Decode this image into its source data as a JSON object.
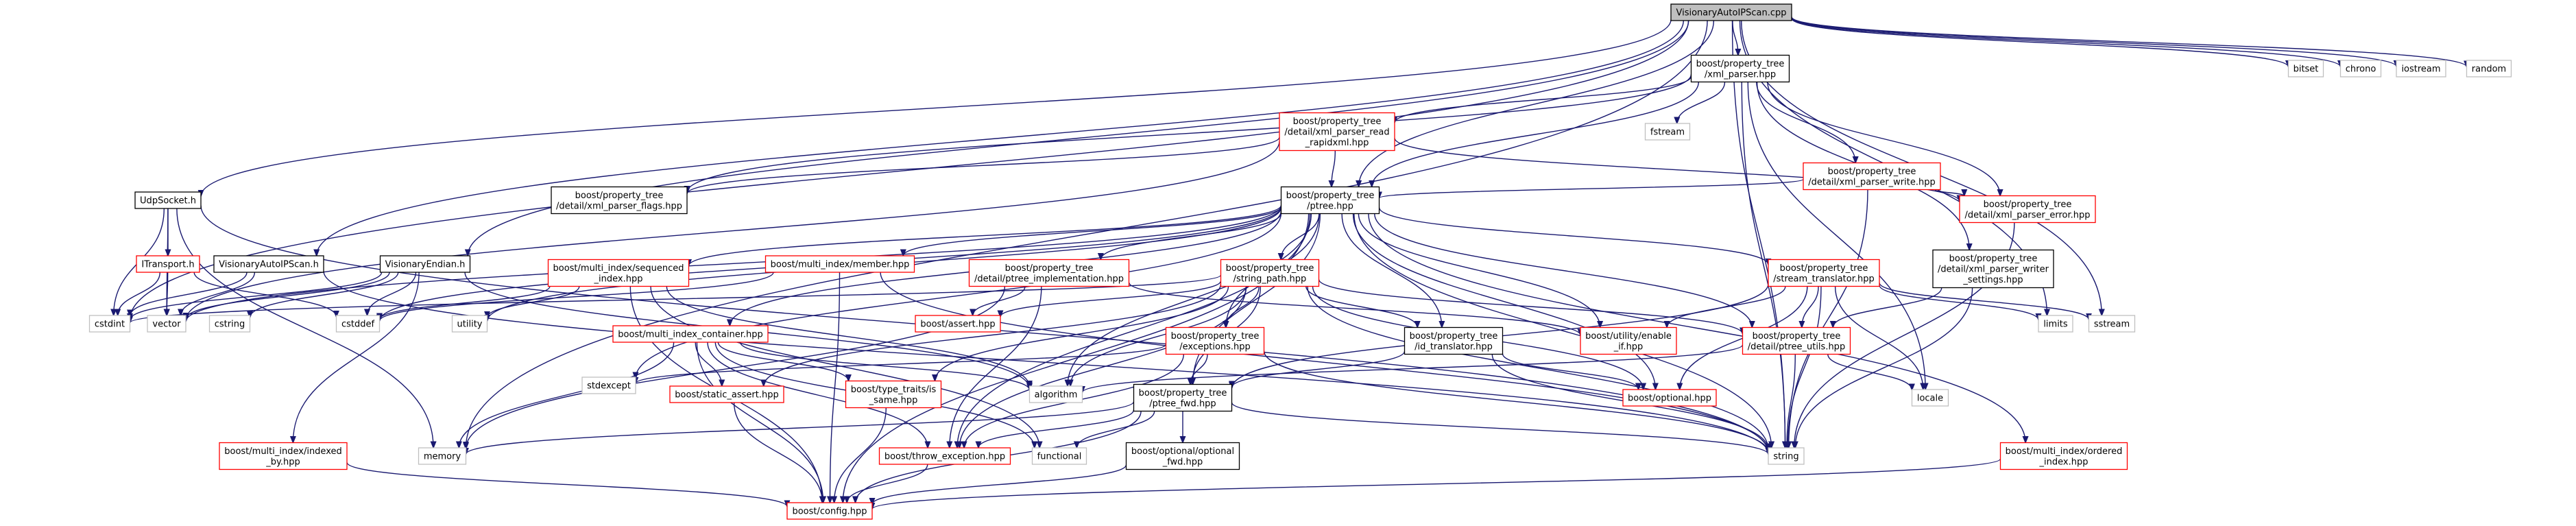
{
  "colors": {
    "edge": "#191970",
    "root_fill": "#bfbfbf",
    "root_border": "#000000",
    "documented_border": "#000000",
    "undocumented_border": "#ff0000",
    "external_border": "#bfbfbf",
    "fill": "#ffffff",
    "text": "#000000"
  },
  "nodes": [
    {
      "id": "root",
      "lines": [
        "VisionaryAutoIPScan.cpp"
      ],
      "kind": "root"
    },
    {
      "id": "bitset",
      "lines": [
        "bitset"
      ],
      "kind": "external"
    },
    {
      "id": "chrono",
      "lines": [
        "chrono"
      ],
      "kind": "external"
    },
    {
      "id": "iostream",
      "lines": [
        "iostream"
      ],
      "kind": "external"
    },
    {
      "id": "random",
      "lines": [
        "random"
      ],
      "kind": "external"
    },
    {
      "id": "xml_parser",
      "lines": [
        "boost/property_tree",
        "/xml_parser.hpp"
      ],
      "kind": "documented"
    },
    {
      "id": "fstream",
      "lines": [
        "fstream"
      ],
      "kind": "external"
    },
    {
      "id": "xml_read",
      "lines": [
        "boost/property_tree",
        "/detail/xml_parser_read",
        "_rapidxml.hpp"
      ],
      "kind": "undocumented"
    },
    {
      "id": "xml_write",
      "lines": [
        "boost/property_tree",
        "/detail/xml_parser_write.hpp"
      ],
      "kind": "undocumented"
    },
    {
      "id": "xml_flags",
      "lines": [
        "boost/property_tree",
        "/detail/xml_parser_flags.hpp"
      ],
      "kind": "documented"
    },
    {
      "id": "ptree",
      "lines": [
        "boost/property_tree",
        "/ptree.hpp"
      ],
      "kind": "documented"
    },
    {
      "id": "xml_error",
      "lines": [
        "boost/property_tree",
        "/detail/xml_parser_error.hpp"
      ],
      "kind": "undocumented"
    },
    {
      "id": "udpsocket",
      "lines": [
        "UdpSocket.h"
      ],
      "kind": "documented"
    },
    {
      "id": "xml_writer_settings",
      "lines": [
        "boost/property_tree",
        "/detail/xml_parser_writer",
        "_settings.hpp"
      ],
      "kind": "documented"
    },
    {
      "id": "itransport",
      "lines": [
        "ITransport.h"
      ],
      "kind": "undocumented"
    },
    {
      "id": "visautoip_h",
      "lines": [
        "VisionaryAutoIPScan.h"
      ],
      "kind": "documented"
    },
    {
      "id": "visendian",
      "lines": [
        "VisionaryEndian.h"
      ],
      "kind": "documented"
    },
    {
      "id": "mi_sequenced",
      "lines": [
        "boost/multi_index/sequenced",
        "_index.hpp"
      ],
      "kind": "undocumented"
    },
    {
      "id": "mi_member",
      "lines": [
        "boost/multi_index/member.hpp"
      ],
      "kind": "undocumented"
    },
    {
      "id": "ptree_impl",
      "lines": [
        "boost/property_tree",
        "/detail/ptree_implementation.hpp"
      ],
      "kind": "undocumented"
    },
    {
      "id": "string_path",
      "lines": [
        "boost/property_tree",
        "/string_path.hpp"
      ],
      "kind": "undocumented"
    },
    {
      "id": "stream_translator",
      "lines": [
        "boost/property_tree",
        "/stream_translator.hpp"
      ],
      "kind": "undocumented"
    },
    {
      "id": "cstdint",
      "lines": [
        "cstdint"
      ],
      "kind": "external"
    },
    {
      "id": "vector",
      "lines": [
        "vector"
      ],
      "kind": "external"
    },
    {
      "id": "cstring",
      "lines": [
        "cstring"
      ],
      "kind": "external"
    },
    {
      "id": "cstddef",
      "lines": [
        "cstddef"
      ],
      "kind": "external"
    },
    {
      "id": "utility",
      "lines": [
        "utility"
      ],
      "kind": "external"
    },
    {
      "id": "assert",
      "lines": [
        "boost/assert.hpp"
      ],
      "kind": "undocumented"
    },
    {
      "id": "exceptions",
      "lines": [
        "boost/property_tree",
        "/exceptions.hpp"
      ],
      "kind": "undocumented"
    },
    {
      "id": "id_translator",
      "lines": [
        "boost/property_tree",
        "/id_translator.hpp"
      ],
      "kind": "documented"
    },
    {
      "id": "enable_if",
      "lines": [
        "boost/utility/enable",
        "_if.hpp"
      ],
      "kind": "undocumented"
    },
    {
      "id": "ptree_utils",
      "lines": [
        "boost/property_tree",
        "/detail/ptree_utils.hpp"
      ],
      "kind": "undocumented"
    },
    {
      "id": "limits",
      "lines": [
        "limits"
      ],
      "kind": "external"
    },
    {
      "id": "sstream",
      "lines": [
        "sstream"
      ],
      "kind": "external"
    },
    {
      "id": "mi_container",
      "lines": [
        "boost/multi_index_container.hpp"
      ],
      "kind": "undocumented"
    },
    {
      "id": "stdexcept",
      "lines": [
        "stdexcept"
      ],
      "kind": "external"
    },
    {
      "id": "static_assert",
      "lines": [
        "boost/static_assert.hpp"
      ],
      "kind": "undocumented"
    },
    {
      "id": "type_traits_same",
      "lines": [
        "boost/type_traits/is",
        "_same.hpp"
      ],
      "kind": "undocumented"
    },
    {
      "id": "algorithm",
      "lines": [
        "algorithm"
      ],
      "kind": "external"
    },
    {
      "id": "ptree_fwd",
      "lines": [
        "boost/property_tree",
        "/ptree_fwd.hpp"
      ],
      "kind": "documented"
    },
    {
      "id": "optional",
      "lines": [
        "boost/optional.hpp"
      ],
      "kind": "undocumented"
    },
    {
      "id": "locale",
      "lines": [
        "locale"
      ],
      "kind": "external"
    },
    {
      "id": "mi_indexed_by",
      "lines": [
        "boost/multi_index/indexed",
        "_by.hpp"
      ],
      "kind": "undocumented"
    },
    {
      "id": "memory",
      "lines": [
        "memory"
      ],
      "kind": "external"
    },
    {
      "id": "throw_exception",
      "lines": [
        "boost/throw_exception.hpp"
      ],
      "kind": "undocumented"
    },
    {
      "id": "functional",
      "lines": [
        "functional"
      ],
      "kind": "external"
    },
    {
      "id": "optional_fwd",
      "lines": [
        "boost/optional/optional",
        "_fwd.hpp"
      ],
      "kind": "documented"
    },
    {
      "id": "string",
      "lines": [
        "string"
      ],
      "kind": "external"
    },
    {
      "id": "mi_ordered",
      "lines": [
        "boost/multi_index/ordered",
        "_index.hpp"
      ],
      "kind": "undocumented"
    },
    {
      "id": "config",
      "lines": [
        "boost/config.hpp"
      ],
      "kind": "undocumented"
    }
  ],
  "edges": [
    [
      "root",
      "bitset"
    ],
    [
      "root",
      "chrono"
    ],
    [
      "root",
      "iostream"
    ],
    [
      "root",
      "random"
    ],
    [
      "root",
      "xml_parser"
    ],
    [
      "root",
      "ptree"
    ],
    [
      "root",
      "udpsocket"
    ],
    [
      "root",
      "visautoip_h"
    ],
    [
      "root",
      "visendian"
    ],
    [
      "root",
      "cstdint"
    ],
    [
      "root",
      "memory"
    ],
    [
      "root",
      "string"
    ],
    [
      "root",
      "limits"
    ],
    [
      "root",
      "sstream"
    ],
    [
      "xml_parser",
      "fstream"
    ],
    [
      "xml_parser",
      "xml_read"
    ],
    [
      "xml_parser",
      "xml_write"
    ],
    [
      "xml_parser",
      "xml_flags"
    ],
    [
      "xml_parser",
      "ptree"
    ],
    [
      "xml_parser",
      "xml_error"
    ],
    [
      "xml_parser",
      "xml_writer_settings"
    ],
    [
      "xml_parser",
      "locale"
    ],
    [
      "xml_parser",
      "string"
    ],
    [
      "xml_read",
      "ptree"
    ],
    [
      "xml_read",
      "xml_flags"
    ],
    [
      "xml_read",
      "xml_error"
    ],
    [
      "xml_read",
      "vector"
    ],
    [
      "xml_write",
      "ptree"
    ],
    [
      "xml_write",
      "xml_error"
    ],
    [
      "xml_write",
      "string"
    ],
    [
      "xml_error",
      "string"
    ],
    [
      "xml_writer_settings",
      "ptree_utils"
    ],
    [
      "xml_writer_settings",
      "string"
    ],
    [
      "udpsocket",
      "itransport"
    ],
    [
      "udpsocket",
      "cstdint"
    ],
    [
      "udpsocket",
      "vector"
    ],
    [
      "udpsocket",
      "memory"
    ],
    [
      "udpsocket",
      "string"
    ],
    [
      "itransport",
      "cstdint"
    ],
    [
      "itransport",
      "vector"
    ],
    [
      "itransport",
      "cstddef"
    ],
    [
      "visautoip_h",
      "cstdint"
    ],
    [
      "visautoip_h",
      "vector"
    ],
    [
      "visautoip_h",
      "string"
    ],
    [
      "visendian",
      "cstdint"
    ],
    [
      "visendian",
      "cstring"
    ],
    [
      "visendian",
      "cstddef"
    ],
    [
      "visendian",
      "vector"
    ],
    [
      "visendian",
      "algorithm"
    ],
    [
      "visendian",
      "mi_indexed_by"
    ],
    [
      "ptree",
      "mi_sequenced"
    ],
    [
      "ptree",
      "mi_member"
    ],
    [
      "ptree",
      "ptree_impl"
    ],
    [
      "ptree",
      "string_path"
    ],
    [
      "ptree",
      "stream_translator"
    ],
    [
      "ptree",
      "exceptions"
    ],
    [
      "ptree",
      "id_translator"
    ],
    [
      "ptree",
      "enable_if"
    ],
    [
      "ptree",
      "ptree_utils"
    ],
    [
      "ptree",
      "mi_container"
    ],
    [
      "ptree",
      "ptree_fwd"
    ],
    [
      "ptree",
      "optional"
    ],
    [
      "ptree",
      "throw_exception"
    ],
    [
      "ptree",
      "config"
    ],
    [
      "ptree",
      "utility"
    ],
    [
      "ptree",
      "string"
    ],
    [
      "ptree",
      "mi_ordered"
    ],
    [
      "ptree",
      "stdexcept"
    ],
    [
      "ptree",
      "algorithm"
    ],
    [
      "ptree",
      "vector"
    ],
    [
      "ptree",
      "cstddef"
    ],
    [
      "mi_sequenced",
      "config"
    ],
    [
      "mi_sequenced",
      "cstddef"
    ],
    [
      "mi_sequenced",
      "functional"
    ],
    [
      "mi_sequenced",
      "utility"
    ],
    [
      "mi_sequenced",
      "algorithm"
    ],
    [
      "mi_member",
      "config"
    ],
    [
      "mi_member",
      "cstddef"
    ],
    [
      "mi_member",
      "string"
    ],
    [
      "ptree_impl",
      "assert"
    ],
    [
      "ptree_impl",
      "throw_exception"
    ],
    [
      "ptree_impl",
      "memory"
    ],
    [
      "ptree_impl",
      "enable_if"
    ],
    [
      "string_path",
      "assert"
    ],
    [
      "string_path",
      "exceptions"
    ],
    [
      "string_path",
      "id_translator"
    ],
    [
      "string_path",
      "ptree_utils"
    ],
    [
      "string_path",
      "static_assert"
    ],
    [
      "string_path",
      "type_traits_same"
    ],
    [
      "string_path",
      "algorithm"
    ],
    [
      "string_path",
      "string"
    ],
    [
      "string_path",
      "ptree_fwd"
    ],
    [
      "string_path",
      "optional"
    ],
    [
      "string_path",
      "throw_exception"
    ],
    [
      "string_path",
      "cstdint"
    ],
    [
      "stream_translator",
      "ptree_utils"
    ],
    [
      "stream_translator",
      "optional"
    ],
    [
      "stream_translator",
      "enable_if"
    ],
    [
      "stream_translator",
      "locale"
    ],
    [
      "stream_translator",
      "limits"
    ],
    [
      "stream_translator",
      "sstream"
    ],
    [
      "stream_translator",
      "string"
    ],
    [
      "stream_translator",
      "ptree_fwd"
    ],
    [
      "exceptions",
      "ptree_fwd"
    ],
    [
      "exceptions",
      "stdexcept"
    ],
    [
      "exceptions",
      "string"
    ],
    [
      "exceptions",
      "throw_exception"
    ],
    [
      "id_translator",
      "ptree_fwd"
    ],
    [
      "id_translator",
      "optional"
    ],
    [
      "id_translator",
      "string"
    ],
    [
      "ptree_utils",
      "string"
    ],
    [
      "ptree_utils",
      "algorithm"
    ],
    [
      "ptree_utils",
      "locale"
    ],
    [
      "mi_container",
      "static_assert"
    ],
    [
      "mi_container",
      "type_traits_same"
    ],
    [
      "mi_container",
      "algorithm"
    ],
    [
      "mi_container",
      "config"
    ],
    [
      "mi_container",
      "throw_exception"
    ],
    [
      "mi_container",
      "memory"
    ],
    [
      "mi_container",
      "functional"
    ],
    [
      "static_assert",
      "config"
    ],
    [
      "type_traits_same",
      "config"
    ],
    [
      "ptree_fwd",
      "memory"
    ],
    [
      "ptree_fwd",
      "functional"
    ],
    [
      "ptree_fwd",
      "string"
    ],
    [
      "ptree_fwd",
      "config"
    ],
    [
      "ptree_fwd",
      "throw_exception"
    ],
    [
      "ptree_fwd",
      "optional_fwd"
    ],
    [
      "throw_exception",
      "config"
    ],
    [
      "optional_fwd",
      "config"
    ],
    [
      "mi_indexed_by",
      "config"
    ],
    [
      "mi_ordered",
      "config"
    ]
  ]
}
